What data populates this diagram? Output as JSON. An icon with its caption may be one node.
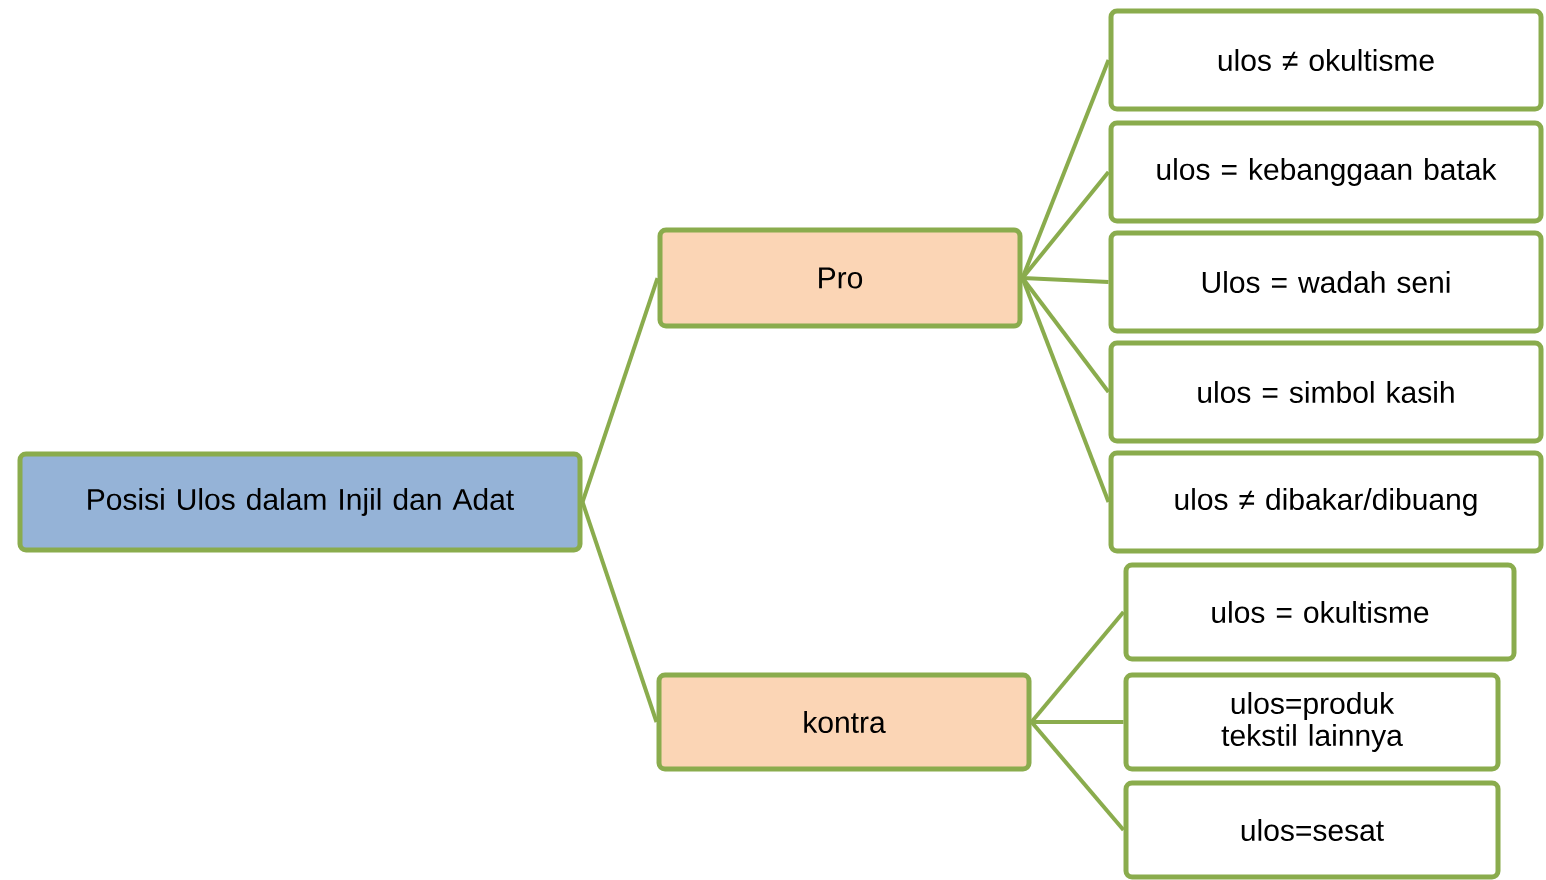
{
  "diagram": {
    "nodes": [
      {
        "text": [
          "Posisi Ulos dalam Injil dan Adat"
        ]
      },
      {
        "text": [
          "Pro"
        ]
      },
      {
        "text": [
          "kontra"
        ]
      },
      {
        "text": [
          "ulos ≠ okultisme"
        ]
      },
      {
        "text": [
          "ulos = kebanggaan batak"
        ]
      },
      {
        "text": [
          "Ulos = wadah seni"
        ]
      },
      {
        "text": [
          "ulos = simbol kasih"
        ]
      },
      {
        "text": [
          "ulos ≠ dibakar/dibuang"
        ]
      },
      {
        "text": [
          "ulos = okultisme"
        ]
      },
      {
        "text": [
          "ulos=produk tekstil lainnya"
        ]
      },
      {
        "text": [
          "ulos=sesat"
        ]
      }
    ],
    "edges": [
      {
        "from": 0,
        "to": 1,
        "arrow": "none"
      },
      {
        "from": 0,
        "to": 2,
        "arrow": "none"
      },
      {
        "from": 1,
        "to": 3,
        "arrow": "none"
      },
      {
        "from": 1,
        "to": 4,
        "arrow": "none"
      },
      {
        "from": 1,
        "to": 5,
        "arrow": "none"
      },
      {
        "from": 1,
        "to": 6,
        "arrow": "none"
      },
      {
        "from": 1,
        "to": 7,
        "arrow": "none"
      },
      {
        "from": 2,
        "to": 8,
        "arrow": "none"
      },
      {
        "from": 2,
        "to": 9,
        "arrow": "none"
      },
      {
        "from": 2,
        "to": 10,
        "arrow": "none"
      }
    ]
  }
}
